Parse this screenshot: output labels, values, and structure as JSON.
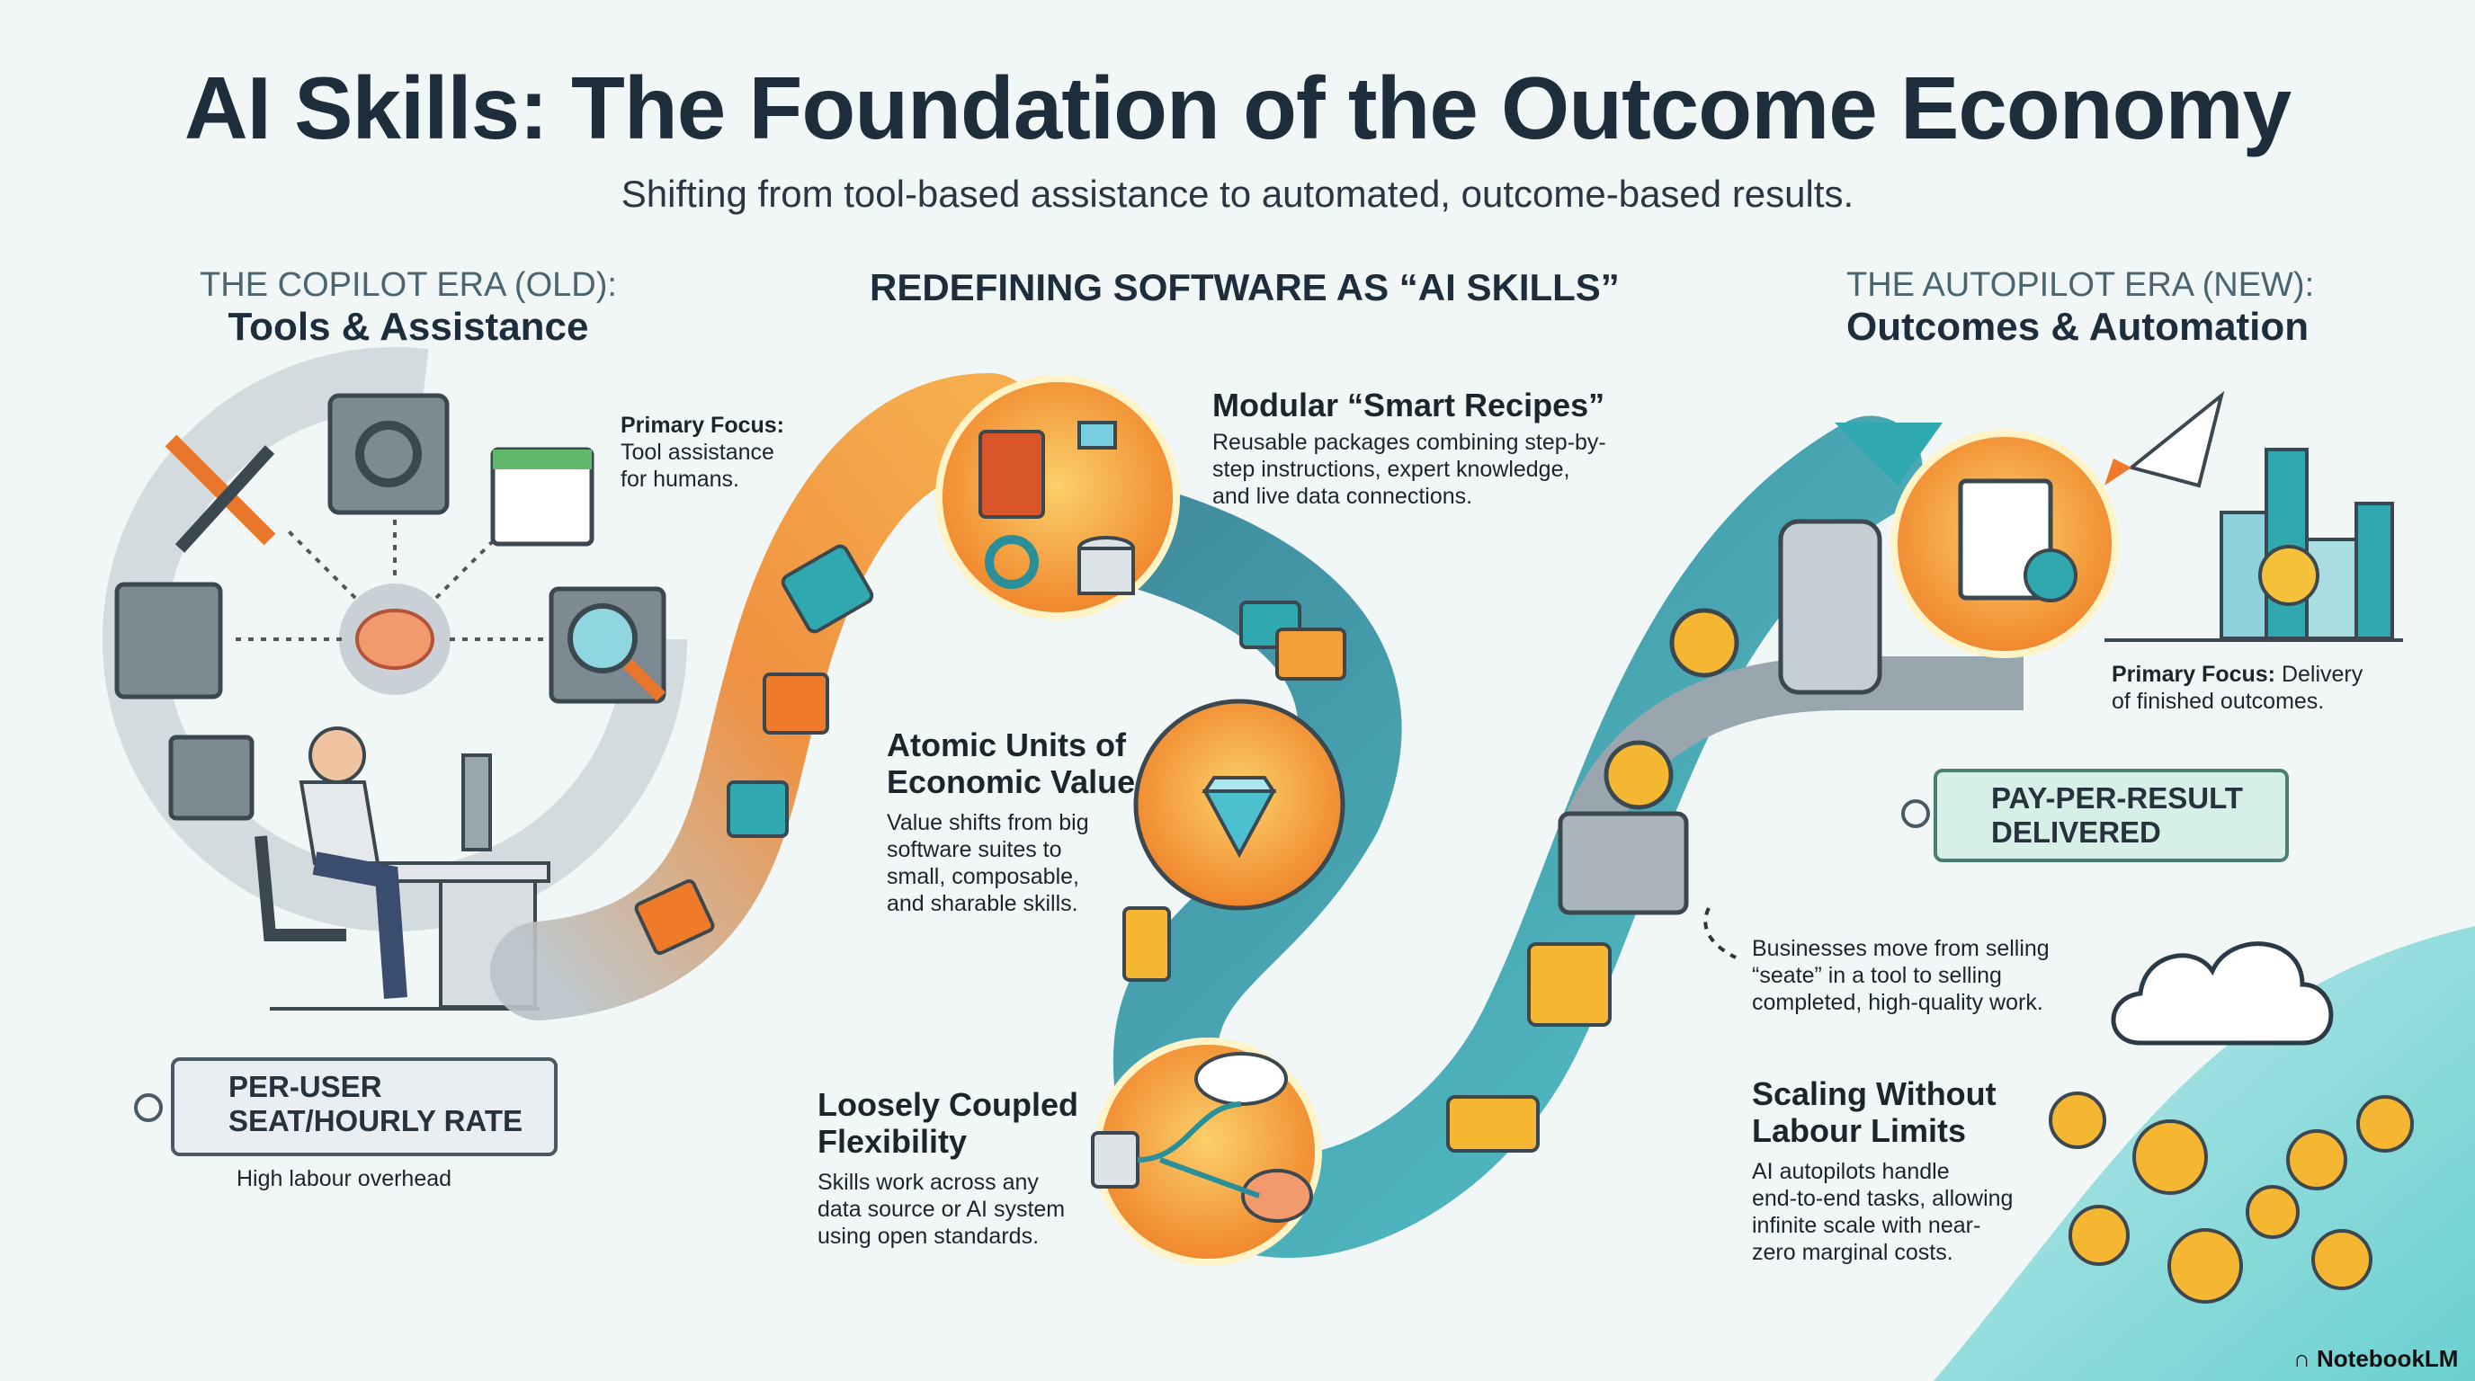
{
  "header": {
    "title": "AI Skills: The Foundation of the Outcome Economy",
    "subtitle": "Shifting from tool-based assistance to automated, outcome-based results."
  },
  "left": {
    "era_label": "THE COPILOT ERA (OLD):",
    "era_title": "Tools & Assistance",
    "focus_label": "Primary Focus:",
    "focus_text": [
      "Tool assistance",
      "for humans."
    ],
    "tag_lines": [
      "PER-USER",
      "SEAT/HOURLY RATE"
    ],
    "tag_caption": "High labour overhead"
  },
  "center": {
    "heading": "REDEFINING SOFTWARE AS “AI SKILLS”",
    "modular": {
      "title": "Modular “Smart Recipes”",
      "body": [
        "Reusable packages combining step-by-",
        "step instructions, expert knowledge,",
        "and live data connections."
      ]
    },
    "atomic": {
      "title": [
        "Atomic Units of",
        "Economic Value"
      ],
      "body": [
        "Value shifts from big",
        "software suites to",
        "small, composable,",
        "and sharable skills."
      ]
    },
    "loose": {
      "title": [
        "Loosely Coupled",
        "Flexibility"
      ],
      "body": [
        "Skills work across any",
        "data source or AI system",
        "using open standards."
      ]
    }
  },
  "right": {
    "era_label": "THE AUTOPILOT ERA (NEW):",
    "era_title": "Outcomes & Automation",
    "focus_label": "Primary Focus:",
    "focus_text": [
      " Delivery",
      "of finished outcomes."
    ],
    "tag_lines": [
      "PAY-PER-RESULT",
      "DELIVERED"
    ],
    "business_text": [
      "Businesses move from selling",
      "“seate” in a tool to selling",
      "completed, high-quality work."
    ],
    "scaling": {
      "title": [
        "Scaling Without",
        "Labour Limits"
      ],
      "body": [
        "AI autopilots handle",
        "end-to-end tasks, allowing",
        "infinite scale with near-",
        "zero marginal costs."
      ]
    }
  },
  "footer": {
    "brand": "NotebookLM"
  },
  "colors": {
    "orange": "#f0862c",
    "teal": "#2fa8b0",
    "gold": "#f5b731",
    "navy": "#1e2d3b"
  }
}
